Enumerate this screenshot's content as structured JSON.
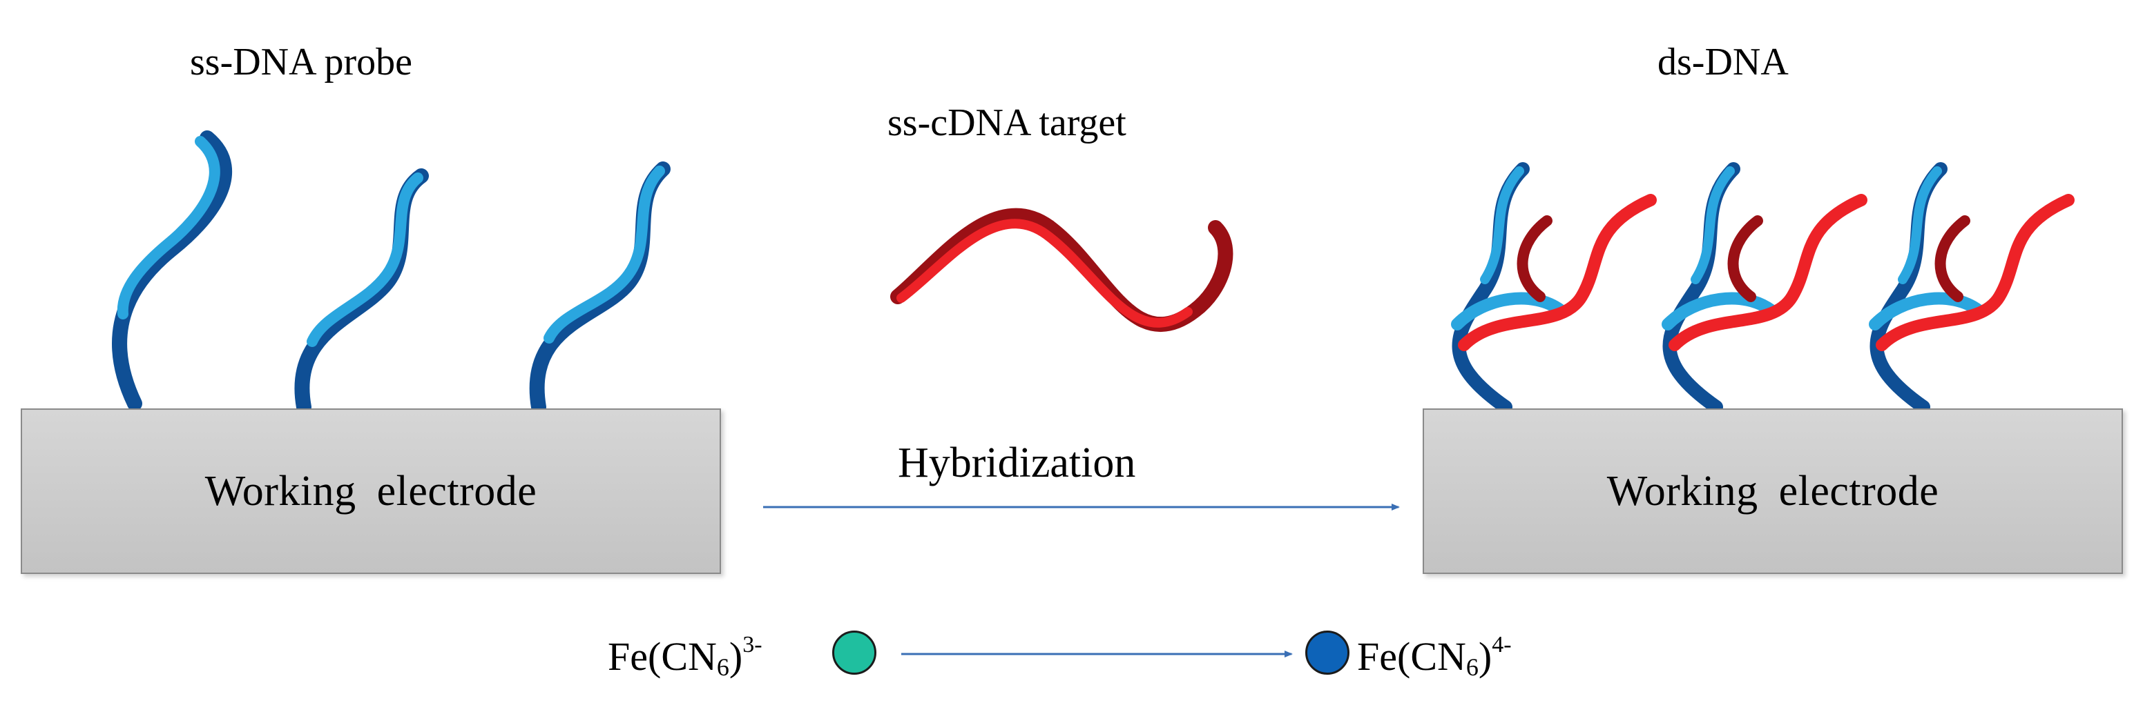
{
  "labels": {
    "probe": "ss-DNA probe",
    "target": "ss-cDNA target",
    "duplex": "ds-DNA",
    "process": "Hybridization"
  },
  "electrodes": {
    "left": "Working  electrode",
    "right": "Working  electrode"
  },
  "redox": {
    "oxidized": {
      "prefix": "Fe(CN",
      "subscript": "6",
      "suffix": ")",
      "charge": "3-"
    },
    "reduced": {
      "prefix": "Fe(CN",
      "subscript": "6",
      "suffix": ")",
      "charge": "4-"
    }
  },
  "colors": {
    "probe_strand_light": "#2aa6df",
    "probe_strand_dark": "#0f4f95",
    "target_strand_light": "#ed2227",
    "target_strand_dark": "#9a1015",
    "arrow": "#3a6fb5",
    "oxidized_dot": "#1fbf9f",
    "reduced_dot": "#0d63b8",
    "electrode_fill": "#cfcfcf"
  }
}
